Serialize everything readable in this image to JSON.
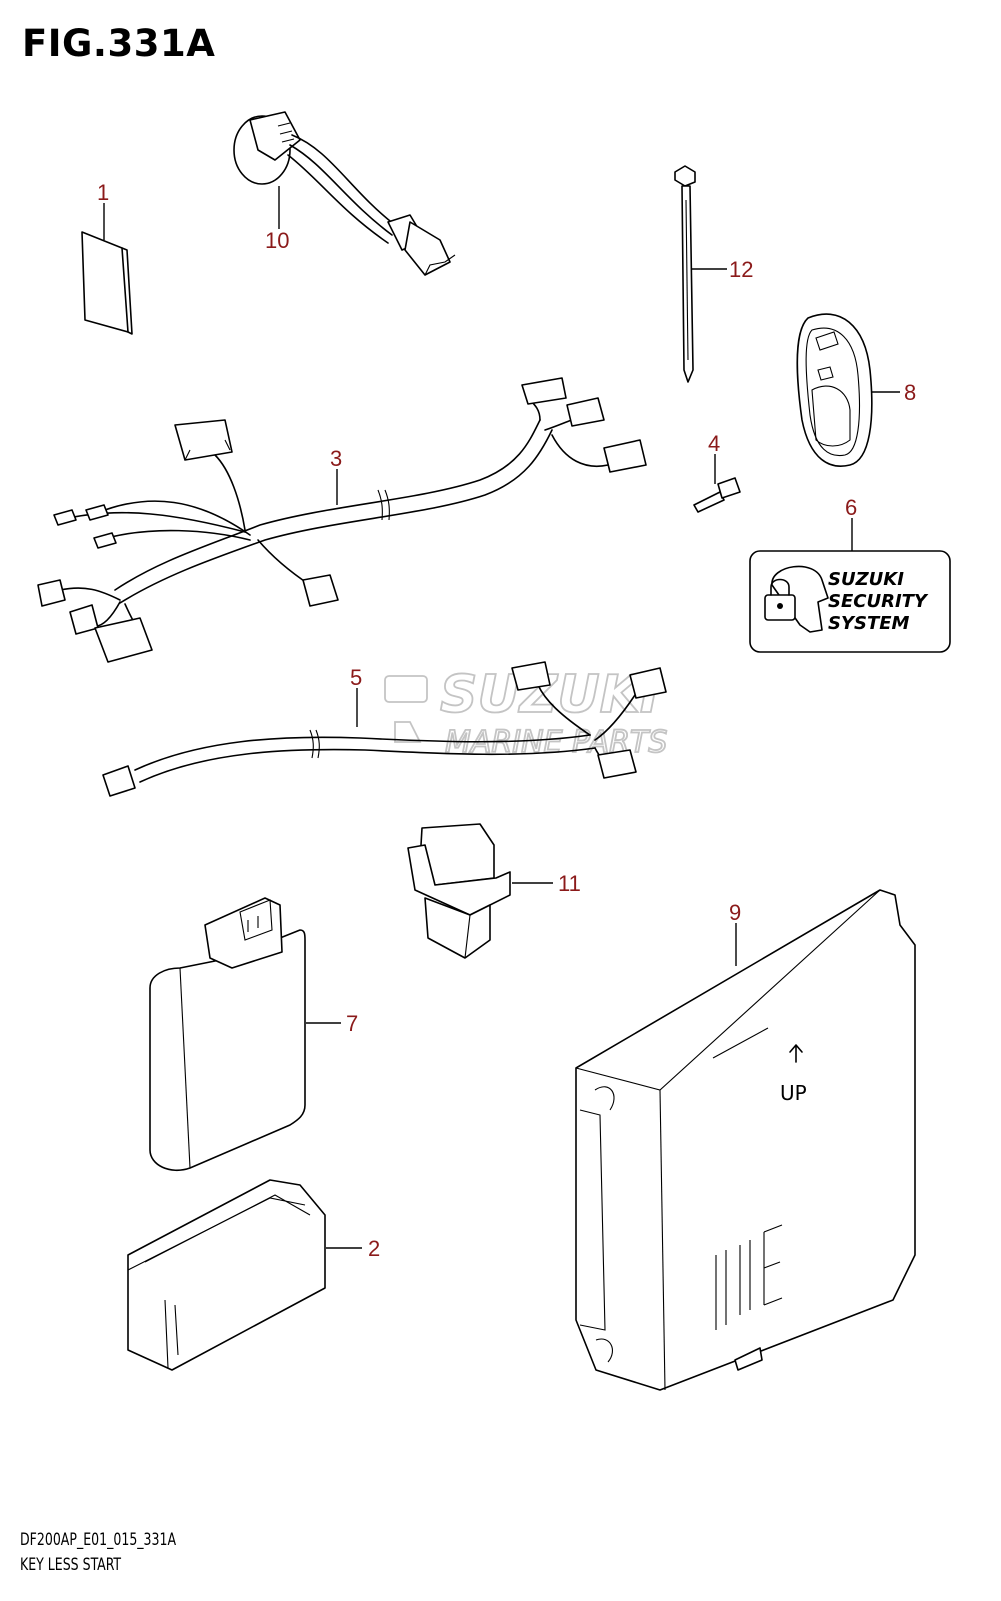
{
  "figure": {
    "title": "FIG.331A",
    "code": "DF200AP_E01_015_331A",
    "caption": "KEY LESS START"
  },
  "callouts": [
    "1",
    "2",
    "3",
    "4",
    "5",
    "6",
    "7",
    "8",
    "9",
    "10",
    "11",
    "12"
  ],
  "label_text": {
    "security_line1": "SUZUKI",
    "security_line2": "SECURITY",
    "security_line3": "SYSTEM",
    "up_mark": "UP"
  },
  "watermark": {
    "line1": "SUZUKI",
    "line2": "MARINE PARTS"
  },
  "colors": {
    "callout": "#8b1a1a",
    "line": "#000000",
    "watermark": "#c4c4c4"
  }
}
